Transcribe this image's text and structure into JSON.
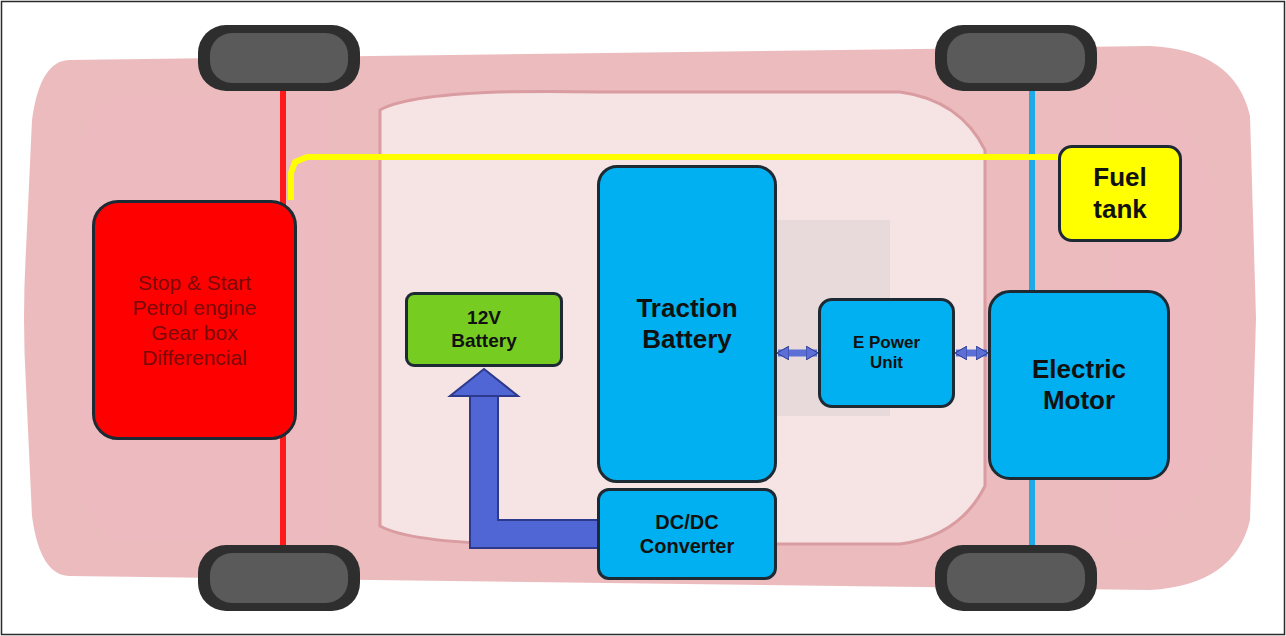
{
  "diagram": {
    "nodes": [
      {
        "text": [
          "Stop & Start Petrol engine Gear box Differencial"
        ]
      },
      {
        "text": [
          "12V Battery"
        ]
      },
      {
        "text": [
          "Traction Battery"
        ]
      },
      {
        "text": [
          "DC/DC Converter"
        ]
      },
      {
        "text": [
          "E Power Unit"
        ]
      },
      {
        "text": [
          "Fuel tank"
        ]
      },
      {
        "text": [
          "Electric Motor"
        ]
      }
    ],
    "edges": [
      {
        "from": 2,
        "to": 4,
        "arrow": "both"
      },
      {
        "from": 4,
        "to": 6,
        "arrow": "both"
      },
      {
        "from": 3,
        "to": 1,
        "arrow": "to"
      },
      {
        "from": 0,
        "to": 5,
        "arrow": "none"
      }
    ]
  }
}
